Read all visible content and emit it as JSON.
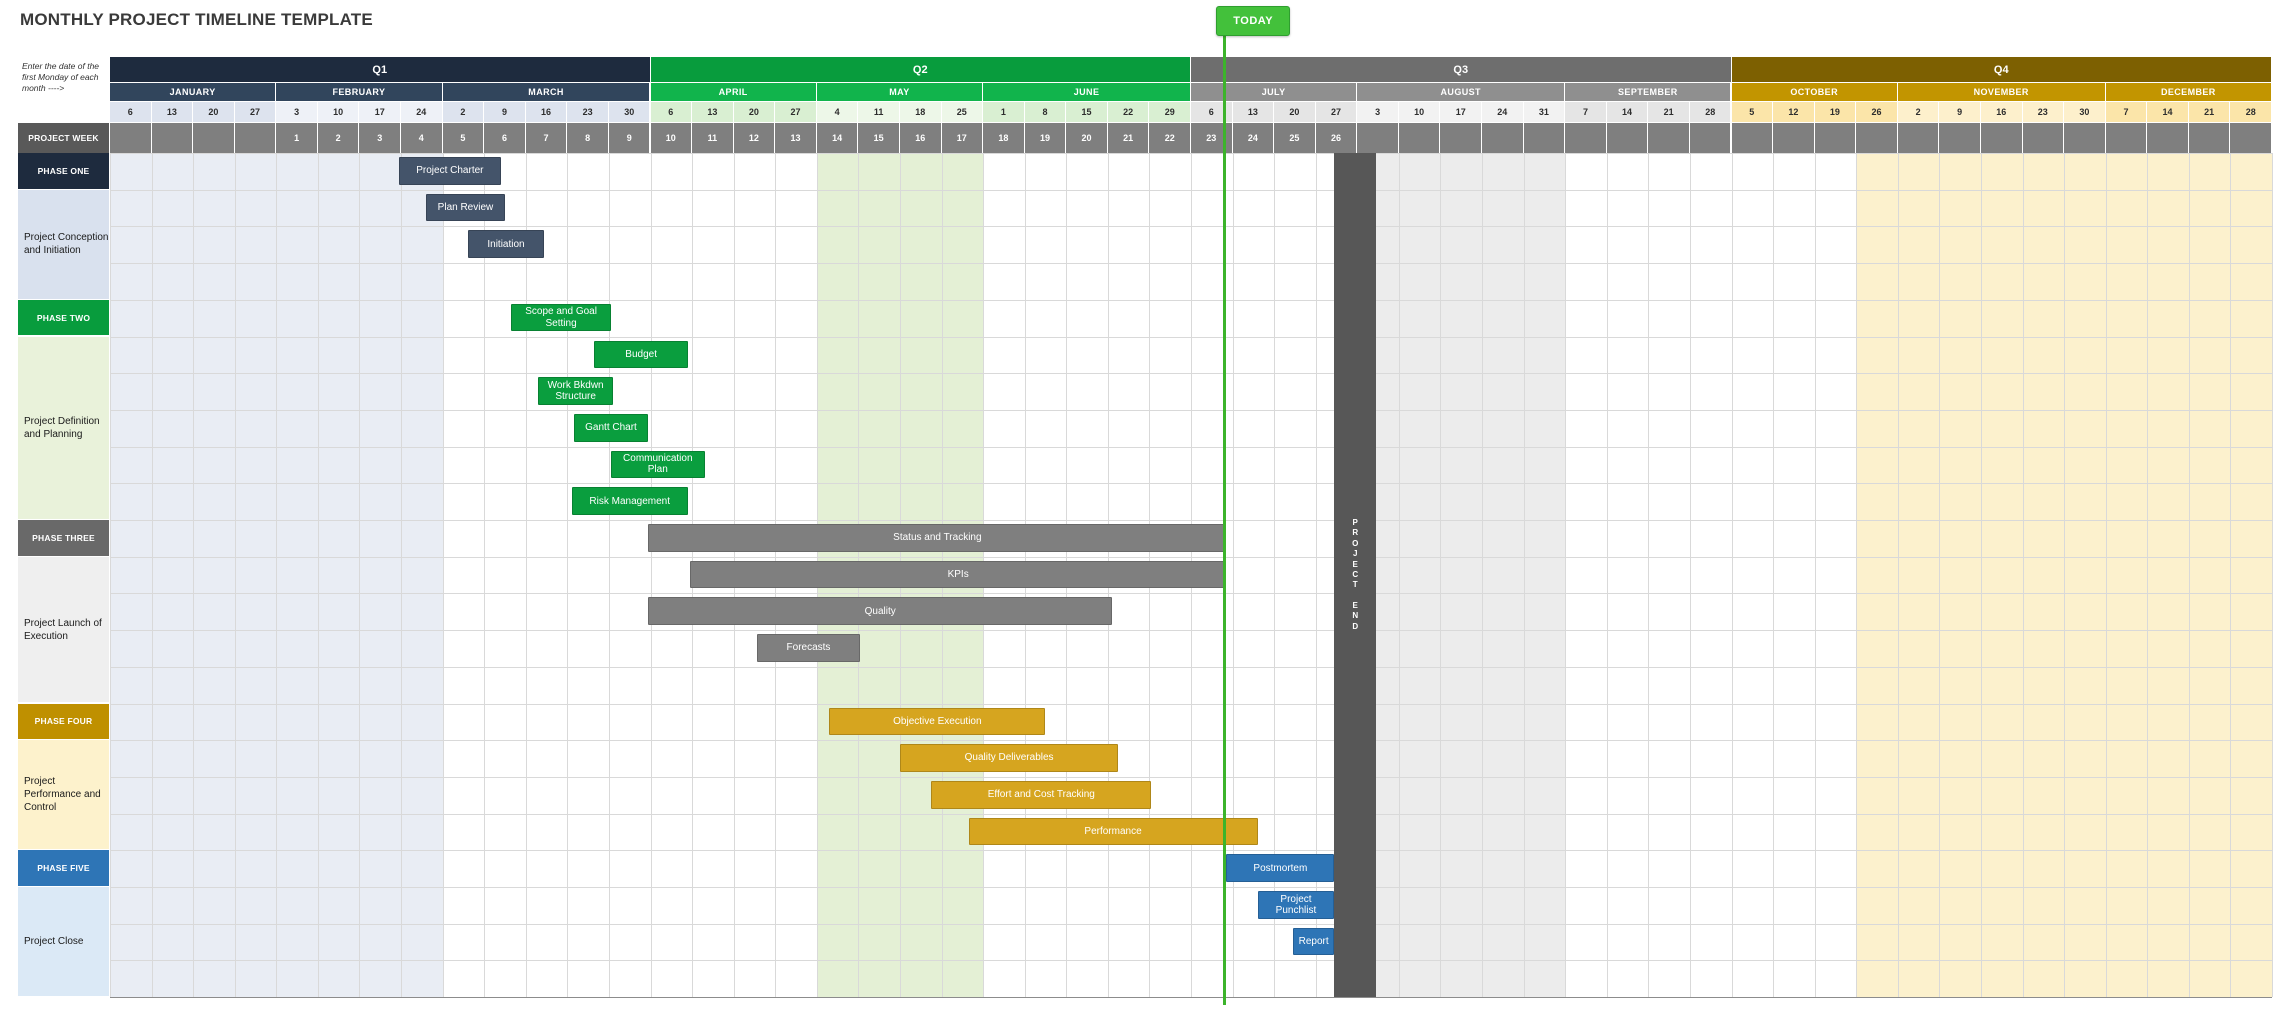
{
  "title": "MONTHLY PROJECT TIMELINE TEMPLATE",
  "note": "Enter the date of the first Monday of each month ---->",
  "today_label": "TODAY",
  "project_week_label": "PROJECT WEEK",
  "project_end_label": "PROJECT END",
  "chart_data": {
    "type": "gantt",
    "title": "MONTHLY PROJECT TIMELINE TEMPLATE",
    "column_unit": "1 column = 1 week; column 0 = week of Jan 6",
    "quarters": [
      {
        "label": "Q1",
        "months": [
          "JANUARY",
          "FEBRUARY",
          "MARCH"
        ]
      },
      {
        "label": "Q2",
        "months": [
          "APRIL",
          "MAY",
          "JUNE"
        ]
      },
      {
        "label": "Q3",
        "months": [
          "JULY",
          "AUGUST",
          "SEPTEMBER"
        ]
      },
      {
        "label": "Q4",
        "months": [
          "OCTOBER",
          "NOVEMBER",
          "DECEMBER"
        ]
      }
    ],
    "months": [
      {
        "name": "JANUARY",
        "week_start_dates": [
          6,
          13,
          20,
          27
        ]
      },
      {
        "name": "FEBRUARY",
        "week_start_dates": [
          3,
          10,
          17,
          24
        ]
      },
      {
        "name": "MARCH",
        "week_start_dates": [
          2,
          9,
          16,
          23,
          30
        ]
      },
      {
        "name": "APRIL",
        "week_start_dates": [
          6,
          13,
          20,
          27
        ]
      },
      {
        "name": "MAY",
        "week_start_dates": [
          4,
          11,
          18,
          25
        ]
      },
      {
        "name": "JUNE",
        "week_start_dates": [
          1,
          8,
          15,
          22,
          29
        ]
      },
      {
        "name": "JULY",
        "week_start_dates": [
          6,
          13,
          20,
          27
        ]
      },
      {
        "name": "AUGUST",
        "week_start_dates": [
          3,
          10,
          17,
          24,
          31
        ]
      },
      {
        "name": "SEPTEMBER",
        "week_start_dates": [
          7,
          14,
          21,
          28
        ]
      },
      {
        "name": "OCTOBER",
        "week_start_dates": [
          5,
          12,
          19,
          26
        ]
      },
      {
        "name": "NOVEMBER",
        "week_start_dates": [
          2,
          9,
          16,
          23,
          30
        ]
      },
      {
        "name": "DECEMBER",
        "week_start_dates": [
          7,
          14,
          21,
          28
        ]
      }
    ],
    "project_week_numbers": {
      "first_column": 4,
      "count": 26
    },
    "today_column": 26.8,
    "project_end": {
      "start_col": 29.45,
      "end_col": 30.45
    },
    "phases": [
      {
        "name": "PHASE ONE",
        "section_label": "Project Conception and Initiation",
        "trailing_empty_rows": 1,
        "tasks": [
          {
            "label": "Project Charter",
            "start_col": 6.95,
            "end_col": 9.4
          },
          {
            "label": "Plan Review",
            "start_col": 7.6,
            "end_col": 9.5
          },
          {
            "label": "Initiation",
            "start_col": 8.6,
            "end_col": 10.45
          }
        ]
      },
      {
        "name": "PHASE TWO",
        "section_label": "Project Definition and Planning",
        "trailing_empty_rows": 0,
        "tasks": [
          {
            "label": "Scope and Goal Setting",
            "start_col": 9.65,
            "end_col": 12.05
          },
          {
            "label": "Budget",
            "start_col": 11.65,
            "end_col": 13.9
          },
          {
            "label": "Work Bkdwn Structure",
            "start_col": 10.3,
            "end_col": 12.1
          },
          {
            "label": "Gantt Chart",
            "start_col": 11.15,
            "end_col": 12.95
          },
          {
            "label": "Communication Plan",
            "start_col": 12.05,
            "end_col": 14.3
          },
          {
            "label": "Risk Management",
            "start_col": 11.1,
            "end_col": 13.9
          }
        ]
      },
      {
        "name": "PHASE THREE",
        "section_label": "Project Launch of Execution",
        "trailing_empty_rows": 1,
        "tasks": [
          {
            "label": "Status and Tracking",
            "start_col": 12.95,
            "end_col": 26.85
          },
          {
            "label": "KPIs",
            "start_col": 13.95,
            "end_col": 26.85
          },
          {
            "label": "Quality",
            "start_col": 12.95,
            "end_col": 24.1
          },
          {
            "label": "Forecasts",
            "start_col": 15.55,
            "end_col": 18.05
          }
        ]
      },
      {
        "name": "PHASE FOUR",
        "section_label": "Project Performance and Control",
        "trailing_empty_rows": 0,
        "tasks": [
          {
            "label": "Objective Execution",
            "start_col": 17.3,
            "end_col": 22.5
          },
          {
            "label": "Quality Deliverables",
            "start_col": 19.0,
            "end_col": 24.25
          },
          {
            "label": "Effort and Cost Tracking",
            "start_col": 19.75,
            "end_col": 25.05
          },
          {
            "label": "Performance",
            "start_col": 20.65,
            "end_col": 27.6
          }
        ]
      },
      {
        "name": "PHASE FIVE",
        "section_label": "Project Close",
        "trailing_empty_rows": 1,
        "tasks": [
          {
            "label": "Postmortem",
            "start_col": 26.85,
            "end_col": 29.45
          },
          {
            "label": "Project Punchlist",
            "start_col": 27.6,
            "end_col": 29.45
          },
          {
            "label": "Report",
            "start_col": 28.45,
            "end_col": 29.45
          }
        ]
      }
    ]
  },
  "style": {
    "quarter_colors": [
      "#1e2b3e",
      "#089c3d",
      "#6e6e6e",
      "#7d6001"
    ],
    "month_colors": [
      "#31455c",
      "#31455c",
      "#31455c",
      "#11b44c",
      "#11b44c",
      "#11b44c",
      "#8f8f8f",
      "#8f8f8f",
      "#8f8f8f",
      "#c29500",
      "#c29500",
      "#c29500"
    ],
    "date_row_colors": [
      "#dde3ee",
      "#eef1f7",
      "#dde3ee",
      "#d9efd2",
      "#edf7e8",
      "#d9efd2",
      "#e5e5e5",
      "#f2f2f2",
      "#e5e5e5",
      "#fbe5a9",
      "#fdf0cc",
      "#fbe5a9"
    ],
    "week_row_bg": "#7f7f7f",
    "week_label_bg": "#595959",
    "grid_line_color": "#d9d9d9",
    "today_line_color": "#3cb42b",
    "today_badge_color": "#43c13b",
    "today_badge_border": "#2f9e2f",
    "project_end_color": "#575757",
    "bands": [
      {
        "start": 0,
        "end": 8,
        "color": "#e9edf4"
      },
      {
        "start": 17,
        "end": 21,
        "color": "#e4f0d5"
      },
      {
        "start": 30,
        "end": 35,
        "color": "#ececec"
      },
      {
        "start": 42,
        "end": 52,
        "color": "#fcf1cd"
      }
    ],
    "phase_styles": [
      {
        "header": "#1e2b3e",
        "section": "#d9e1ee",
        "bar": "#44546a"
      },
      {
        "header": "#089c3d",
        "section": "#e9f2da",
        "bar": "#0a9e3e"
      },
      {
        "header": "#696969",
        "section": "#efefef",
        "bar": "#7f7f7f"
      },
      {
        "header": "#bf9000",
        "section": "#fdf2cc",
        "bar": "#d6a51f"
      },
      {
        "header": "#2e75b6",
        "section": "#dbe9f6",
        "bar": "#2e75b6"
      }
    ]
  }
}
